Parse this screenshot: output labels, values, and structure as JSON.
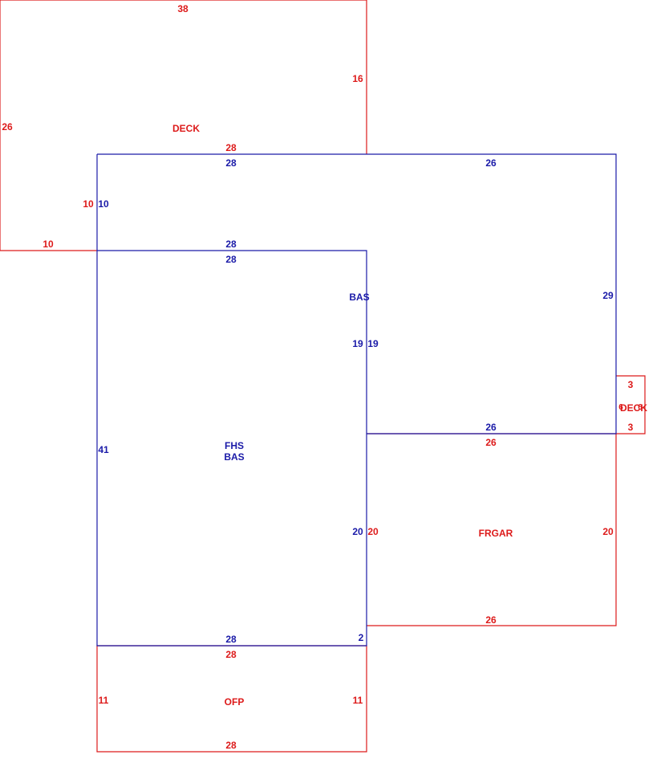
{
  "colors": {
    "red": "#dd1a1a",
    "blue": "#1a1aa8"
  },
  "areas": {
    "deck_top": "DECK",
    "bas_upper": "BAS",
    "fhs": "FHS",
    "bas_lower": "BAS",
    "frgar": "FRGAR",
    "ofp": "OFP",
    "deck_small": "DECK"
  },
  "dims": {
    "deck_top_38": "38",
    "deck_right_16": "16",
    "deck_left_26": "26",
    "deck_bottom_28": "28",
    "deck_step_10_red": "10",
    "deck_bottom_left_10": "10",
    "bas_top_28": "28",
    "bas_top_26": "26",
    "bas_step_10_blue": "10",
    "bas_right_29": "29",
    "fhs_top_28_blue": "28",
    "fhs_top_28_under": "28",
    "bas_inner_19_left": "19",
    "bas_inner_19_right": "19",
    "fhs_left_41": "41",
    "bas_bottom_26": "26",
    "garage_top_26": "26",
    "fhs_right_20": "20",
    "garage_left_20": "20",
    "garage_right_20": "20",
    "garage_bottom_26": "26",
    "fhs_bottom_28": "28",
    "fhs_offset_2": "2",
    "ofp_top_28": "28",
    "ofp_left_11": "11",
    "ofp_right_11": "11",
    "ofp_bottom_28": "28",
    "deck_small_top_3": "3",
    "deck_small_bottom_3": "3",
    "deck_small_left_6": "6",
    "deck_small_right_6": "6"
  }
}
